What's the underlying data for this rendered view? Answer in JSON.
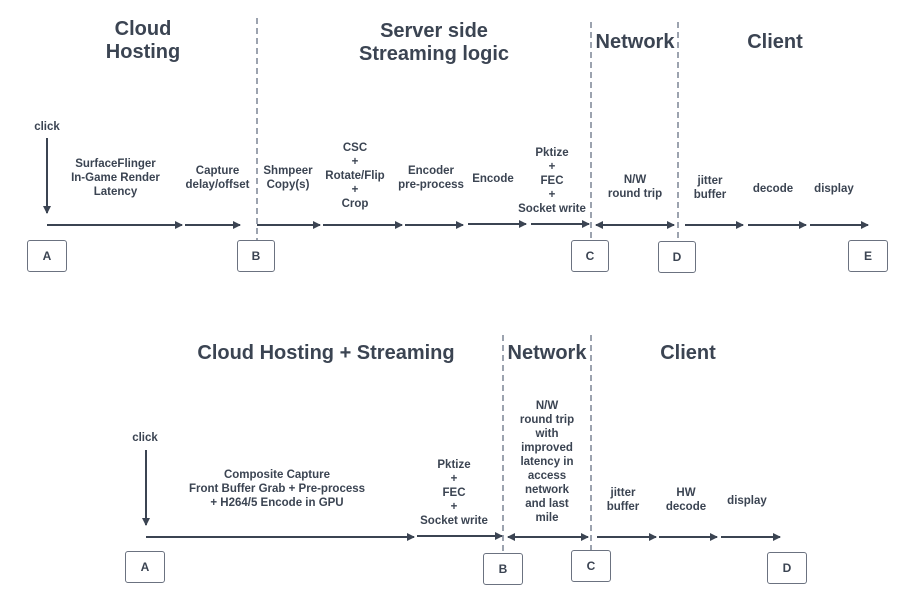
{
  "top": {
    "headers": {
      "cloud_hosting": "Cloud\nHosting",
      "server_side": "Server side\nStreaming logic",
      "network": "Network",
      "client": "Client"
    },
    "click": "click",
    "labels": {
      "surfaceflinger": "SurfaceFlinger\nIn-Game Render\nLatency",
      "capture": "Capture\ndelay/offset",
      "shmpeer": "Shmpeer\nCopy(s)",
      "csc": "CSC\n+\nRotate/Flip\n+\nCrop",
      "encoder_pre": "Encoder\npre-process",
      "encode": "Encode",
      "pktize": "Pktize\n+\nFEC\n+\nSocket write",
      "nw": "N/W\nround trip",
      "jitter": "jitter\nbuffer",
      "decode": "decode",
      "display": "display"
    },
    "points": [
      "A",
      "B",
      "C",
      "D",
      "E"
    ]
  },
  "bottom": {
    "headers": {
      "cloud_streaming": "Cloud Hosting + Streaming",
      "network": "Network",
      "client": "Client"
    },
    "click": "click",
    "labels": {
      "composite": "Composite Capture\nFront Buffer Grab + Pre-process\n+ H264/5 Encode in GPU",
      "pktize": "Pktize\n+\nFEC\n+\nSocket write",
      "nw": "N/W\nround trip\nwith\nimproved\nlatency in\naccess\nnetwork\nand last\nmile",
      "jitter": "jitter\nbuffer",
      "hw_decode": "HW\ndecode",
      "display": "display"
    },
    "points": [
      "A",
      "B",
      "C",
      "D"
    ]
  },
  "colors": {
    "line": "#3b4452",
    "divider": "#9ca3af"
  }
}
